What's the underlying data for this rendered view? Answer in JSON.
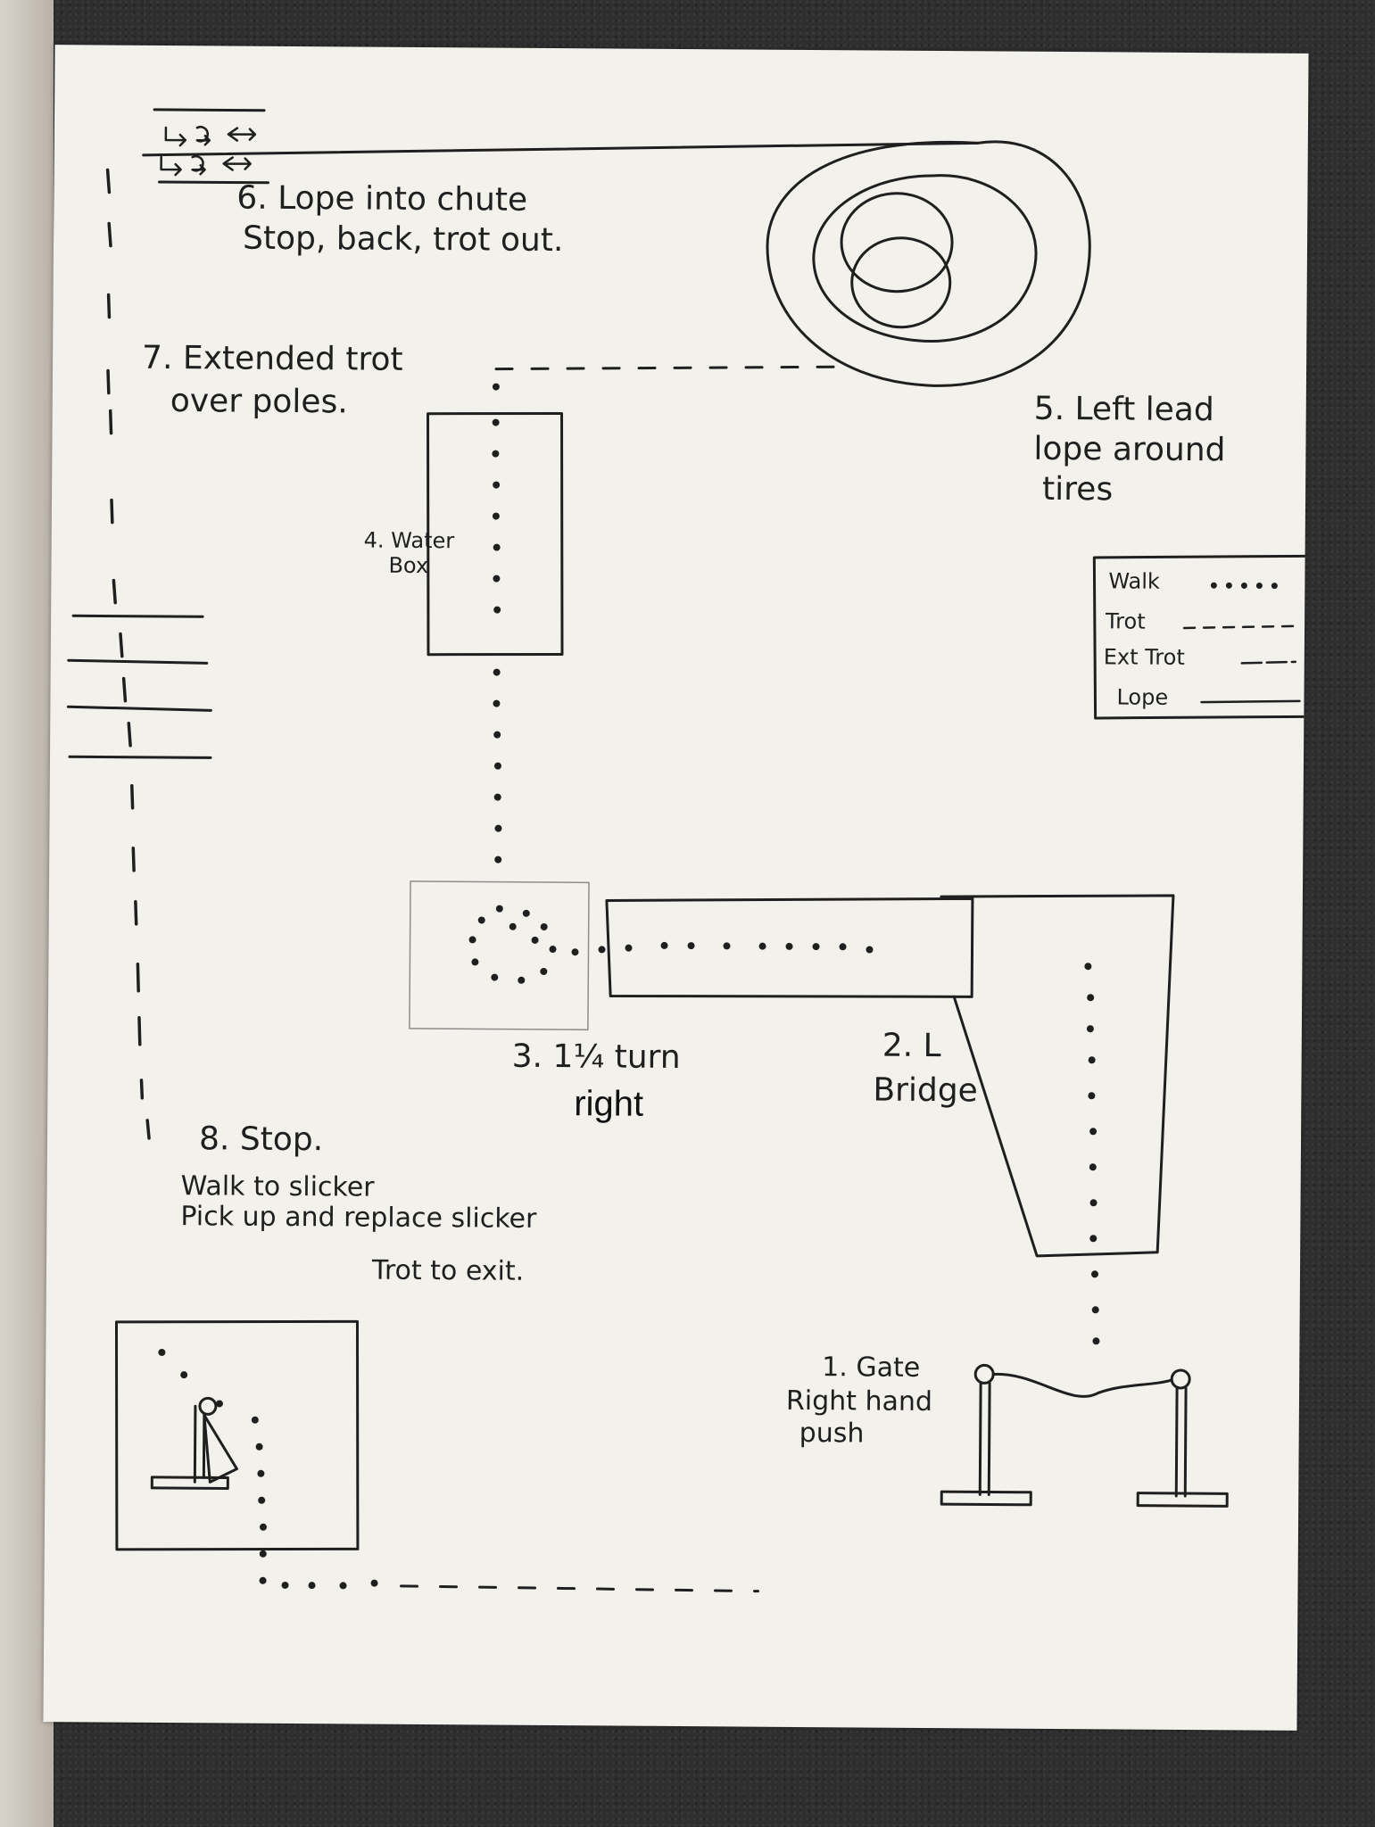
{
  "labels": {
    "step6_line1": "6. Lope into chute",
    "step6_line2": "Stop, back, trot out.",
    "step7_line1": "7. Extended trot",
    "step7_line2": "over poles.",
    "step4_line1": "4. Water",
    "step4_line2": "Box",
    "step5_line1": "5. Left lead",
    "step5_line2": "lope around",
    "step5_line3": "tires",
    "step3_line1": "3. 1¼ turn",
    "step3_line2": "right",
    "step2_line1": "2. L",
    "step2_line2": "Bridge",
    "step8_line1": "8. Stop.",
    "step8_line2": "Walk to slicker",
    "step8_line3": "Pick up and replace slicker",
    "step8_line4": "Trot to exit.",
    "step1_line1": "1. Gate",
    "step1_line2": "Right hand",
    "step1_line3": "push"
  },
  "legend": {
    "walk": "Walk",
    "trot": "Trot",
    "ext_trot": "Ext Trot",
    "lope": "Lope"
  },
  "colors": {
    "ink": "#1f1f1f",
    "paper": "#f3f1ec",
    "mat": "#2f2f2f"
  }
}
